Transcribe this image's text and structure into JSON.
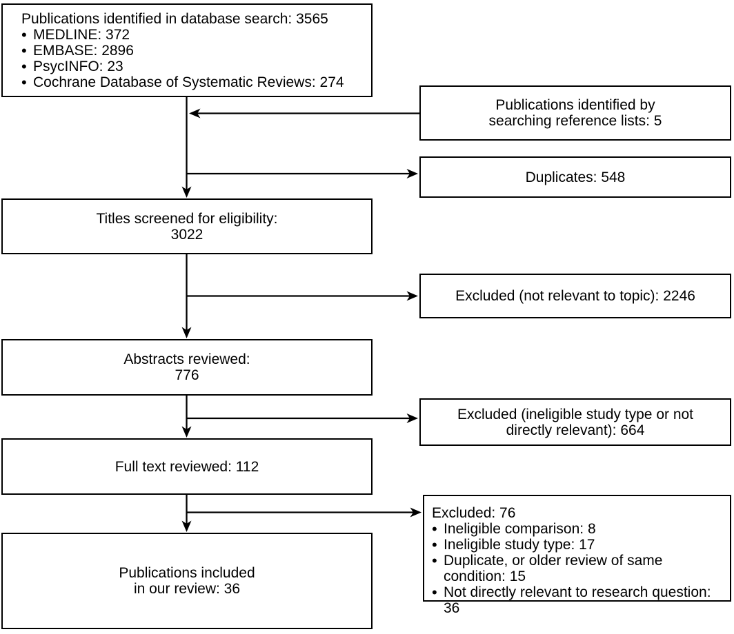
{
  "bullet_char": "•",
  "colors": {
    "background": "#ffffff",
    "box_border": "#000000",
    "connector_line": "#000000",
    "text": "#000000"
  },
  "boxes": {
    "db_search": {
      "title": "Publications identified in database search: 3565",
      "bullets": [
        "MEDLINE: 372",
        "EMBASE: 2896",
        "PsycINFO: 23",
        "Cochrane Database of Systematic Reviews: 274"
      ]
    },
    "ref_lists": {
      "line1": "Publications identified by",
      "line2": "searching reference lists: 5"
    },
    "duplicates": {
      "text": "Duplicates: 548"
    },
    "titles_screened": {
      "line1": "Titles screened for eligibility:",
      "line2": "3022"
    },
    "excluded_topic": {
      "text": "Excluded (not relevant to topic): 2246"
    },
    "abstracts": {
      "line1": "Abstracts reviewed:",
      "line2": "776"
    },
    "excluded_type": {
      "line1": "Excluded (ineligible study type or not",
      "line2": "directly relevant): 664"
    },
    "full_text": {
      "text": "Full text reviewed: 112"
    },
    "excluded_full": {
      "title": "Excluded: 76",
      "bullets": [
        "Ineligible comparison: 8",
        "Ineligible study type: 17",
        "Duplicate, or older review of same condition: 15",
        "Not directly relevant to research question: 36"
      ]
    },
    "included": {
      "line1": "Publications included",
      "line2": "in our review: 36"
    }
  }
}
